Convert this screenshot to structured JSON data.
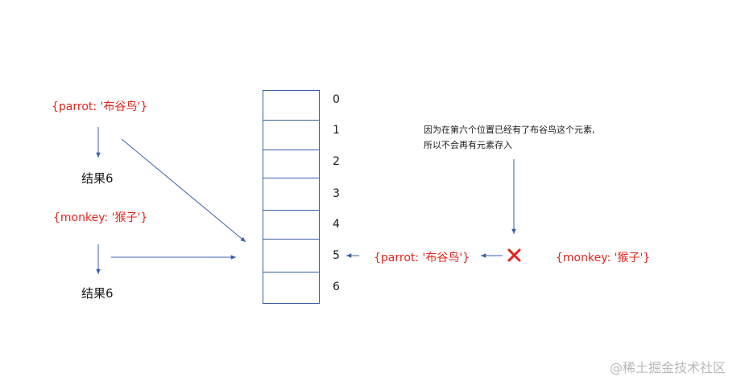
{
  "left": {
    "key1": "{parrot: '布谷鸟'}",
    "result1": "结果6",
    "key2": "{monkey: '猴子'}",
    "result2": "结果6"
  },
  "table": {
    "indices": [
      "0",
      "1",
      "2",
      "3",
      "4",
      "5",
      "6"
    ]
  },
  "right": {
    "note_line1": "因为在第六个位置已经有了布谷鸟这个元素,",
    "note_line2": "所以不会再有元素存入",
    "occupant": "{parrot: '布谷鸟'}",
    "rejected": "{monkey: '猴子'}"
  },
  "watermark": "@稀土掘金技术社区",
  "colors": {
    "arrow": "#3a5fa8",
    "red_text": "#e8231c",
    "cross": "#e8231c"
  },
  "icons": {
    "reject": "cross-icon"
  }
}
